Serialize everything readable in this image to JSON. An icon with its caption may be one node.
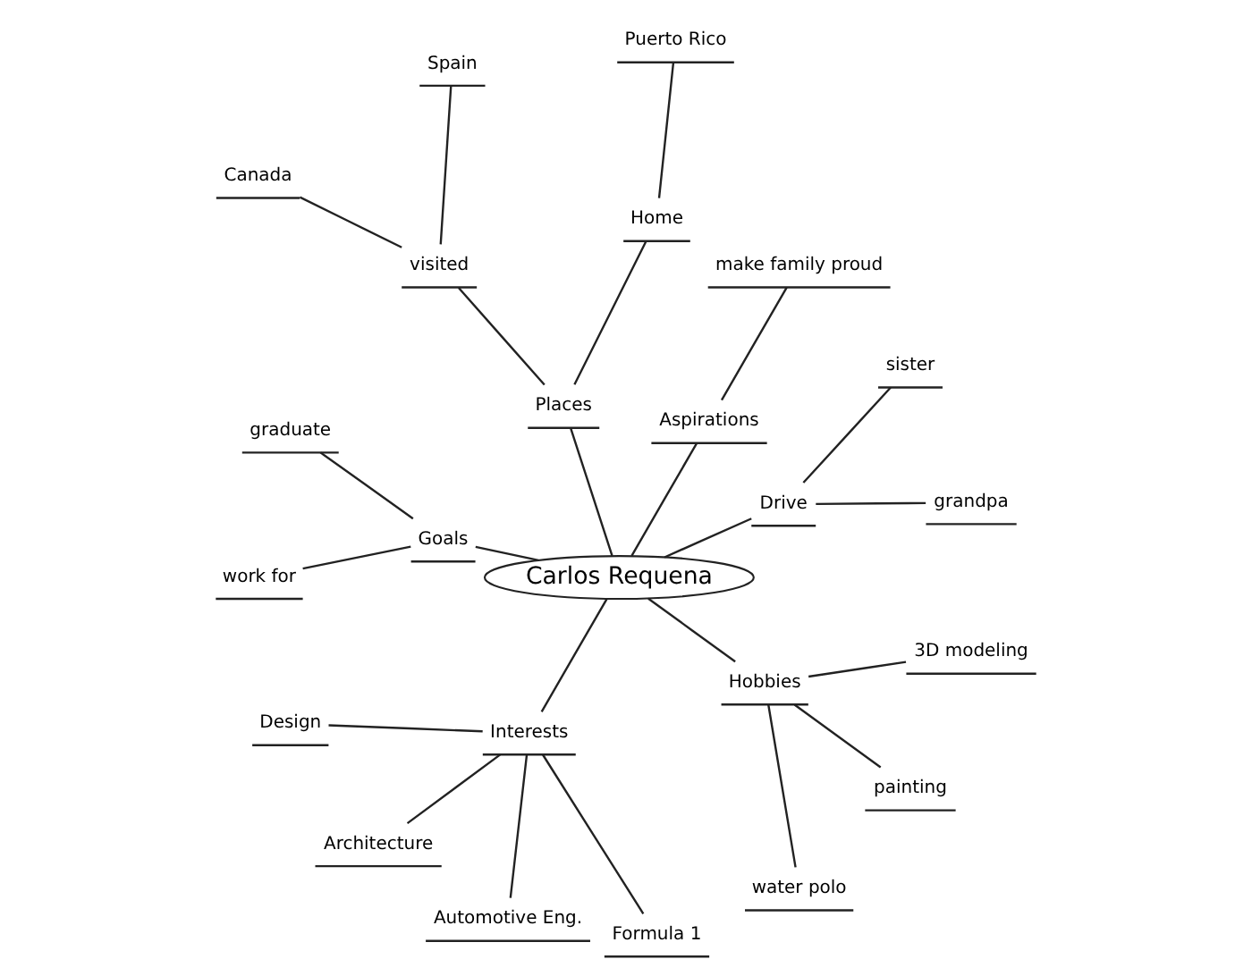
{
  "diagram": {
    "nodes": [
      {
        "text": [
          "Carlos Requena"
        ]
      },
      {
        "text": [
          "Drive"
        ]
      },
      {
        "text": [
          "grandpa"
        ]
      },
      {
        "text": [
          "sister"
        ]
      },
      {
        "text": [
          "Aspirations"
        ]
      },
      {
        "text": [
          "make family proud"
        ]
      },
      {
        "text": [
          "Places"
        ]
      },
      {
        "text": [
          "Home"
        ]
      },
      {
        "text": [
          "Puerto Rico"
        ]
      },
      {
        "text": [
          "visited"
        ]
      },
      {
        "text": [
          "Spain"
        ]
      },
      {
        "text": [
          "Canada"
        ]
      },
      {
        "text": [
          "Goals"
        ]
      },
      {
        "text": [
          "graduate"
        ]
      },
      {
        "text": [
          "work for"
        ]
      },
      {
        "text": [
          "Interests"
        ]
      },
      {
        "text": [
          "Design"
        ]
      },
      {
        "text": [
          "Architecture"
        ]
      },
      {
        "text": [
          "Automotive Eng."
        ]
      },
      {
        "text": [
          "Formula 1"
        ]
      },
      {
        "text": [
          "Hobbies"
        ]
      },
      {
        "text": [
          "water polo"
        ]
      },
      {
        "text": [
          "painting"
        ]
      },
      {
        "text": [
          "3D modeling"
        ]
      }
    ],
    "edges": [
      {
        "from": 0,
        "to": 1,
        "arrow": "none"
      },
      {
        "from": 1,
        "to": 2,
        "arrow": "none"
      },
      {
        "from": 1,
        "to": 3,
        "arrow": "none"
      },
      {
        "from": 0,
        "to": 4,
        "arrow": "none"
      },
      {
        "from": 4,
        "to": 5,
        "arrow": "none"
      },
      {
        "from": 0,
        "to": 6,
        "arrow": "none"
      },
      {
        "from": 6,
        "to": 7,
        "arrow": "none"
      },
      {
        "from": 7,
        "to": 8,
        "arrow": "none"
      },
      {
        "from": 6,
        "to": 9,
        "arrow": "none"
      },
      {
        "from": 9,
        "to": 10,
        "arrow": "none"
      },
      {
        "from": 9,
        "to": 11,
        "arrow": "none"
      },
      {
        "from": 0,
        "to": 12,
        "arrow": "none"
      },
      {
        "from": 12,
        "to": 13,
        "arrow": "none"
      },
      {
        "from": 12,
        "to": 14,
        "arrow": "none"
      },
      {
        "from": 0,
        "to": 15,
        "arrow": "none"
      },
      {
        "from": 15,
        "to": 16,
        "arrow": "none"
      },
      {
        "from": 15,
        "to": 17,
        "arrow": "none"
      },
      {
        "from": 15,
        "to": 18,
        "arrow": "none"
      },
      {
        "from": 15,
        "to": 19,
        "arrow": "none"
      },
      {
        "from": 0,
        "to": 20,
        "arrow": "none"
      },
      {
        "from": 20,
        "to": 21,
        "arrow": "none"
      },
      {
        "from": 20,
        "to": 22,
        "arrow": "none"
      },
      {
        "from": 20,
        "to": 23,
        "arrow": "none"
      }
    ]
  }
}
